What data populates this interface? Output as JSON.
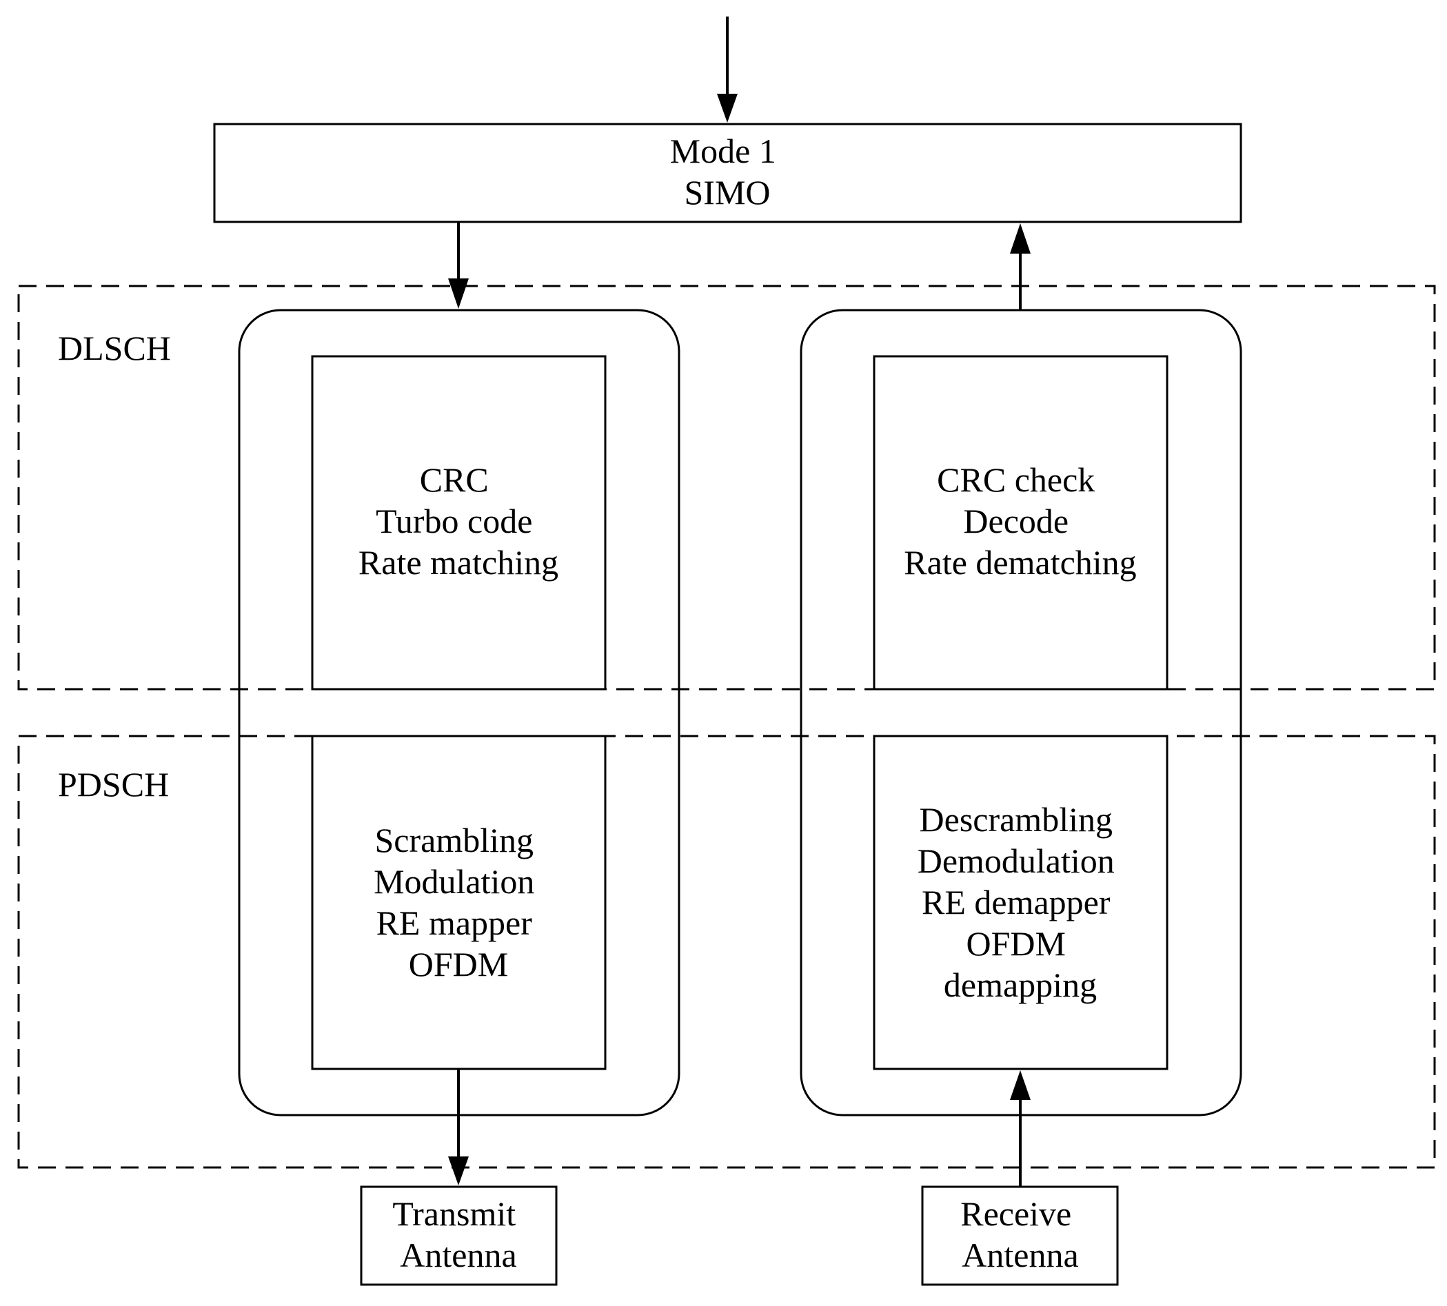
{
  "mode_box": {
    "lines": [
      "Mode 1",
      "SIMO"
    ]
  },
  "regions": {
    "dlsch": {
      "label": "DLSCH"
    },
    "pdsch": {
      "label": "PDSCH"
    }
  },
  "transmit_chain": {
    "dlsch_block": {
      "lines": [
        "CRC",
        "Turbo code",
        "Rate matching"
      ]
    },
    "pdsch_block": {
      "lines": [
        "Scrambling",
        "Modulation",
        "RE mapper",
        "OFDM"
      ]
    },
    "antenna": {
      "lines": [
        "Transmit",
        "Antenna"
      ]
    }
  },
  "receive_chain": {
    "dlsch_block": {
      "lines": [
        "CRC check",
        "Decode",
        "Rate dematching"
      ]
    },
    "pdsch_block": {
      "lines": [
        "Descrambling",
        "Demodulation",
        "RE demapper",
        "OFDM",
        "demapping"
      ]
    },
    "antenna": {
      "lines": [
        "Receive",
        "Antenna"
      ]
    }
  }
}
